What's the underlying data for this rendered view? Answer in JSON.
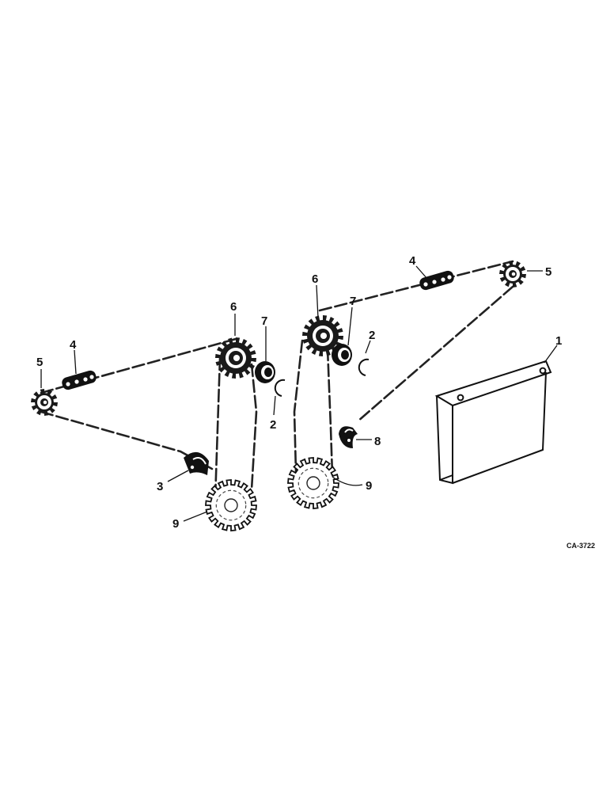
{
  "callouts": {
    "l5": "5",
    "l4": "4",
    "l6": "6",
    "l7": "7",
    "l2": "2",
    "l3": "3",
    "l9": "9",
    "r6": "6",
    "r4": "4",
    "r5": "5",
    "r7": "7",
    "r2": "2",
    "r8": "8",
    "r9": "9",
    "r1": "1"
  },
  "drawing_code": "CA-3722"
}
